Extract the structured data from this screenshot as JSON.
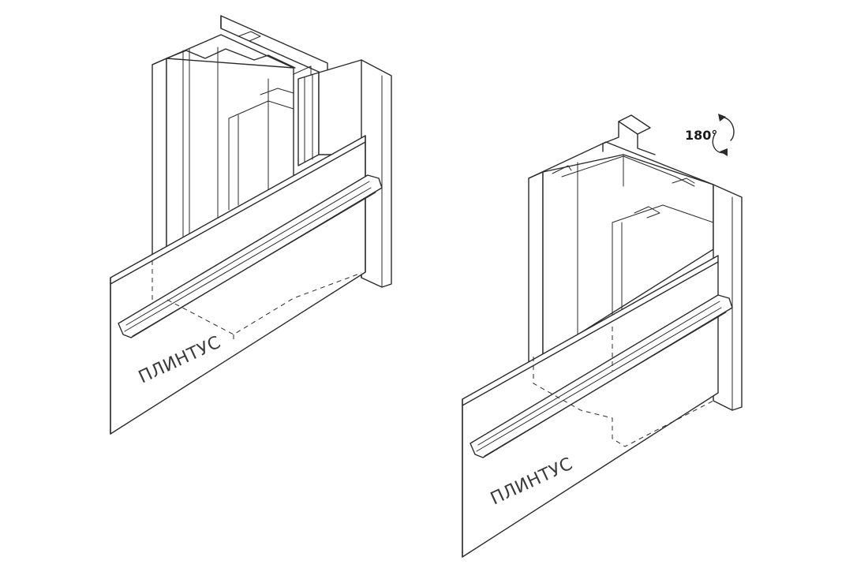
{
  "figures": [
    {
      "id": "left",
      "label": "ПЛИНТУС"
    },
    {
      "id": "right",
      "label": "ПЛИНТУС"
    }
  ],
  "rotation": {
    "text": "180°",
    "icon": "rotate-arrow-icon"
  }
}
